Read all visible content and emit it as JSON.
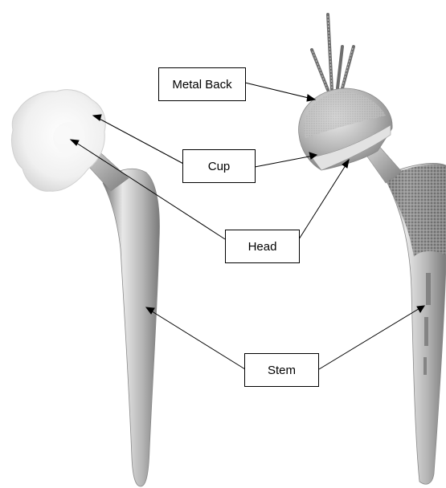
{
  "labels": {
    "metal_back": "Metal Back",
    "cup": "Cup",
    "head": "Head",
    "stem": "Stem"
  },
  "colors": {
    "background": "#ffffff",
    "line": "#000000",
    "metal_light": "#e6e6e6",
    "metal_mid": "#a9a9a9",
    "metal_dark": "#6e6e6e",
    "cup_white": "#f4f4f4"
  }
}
